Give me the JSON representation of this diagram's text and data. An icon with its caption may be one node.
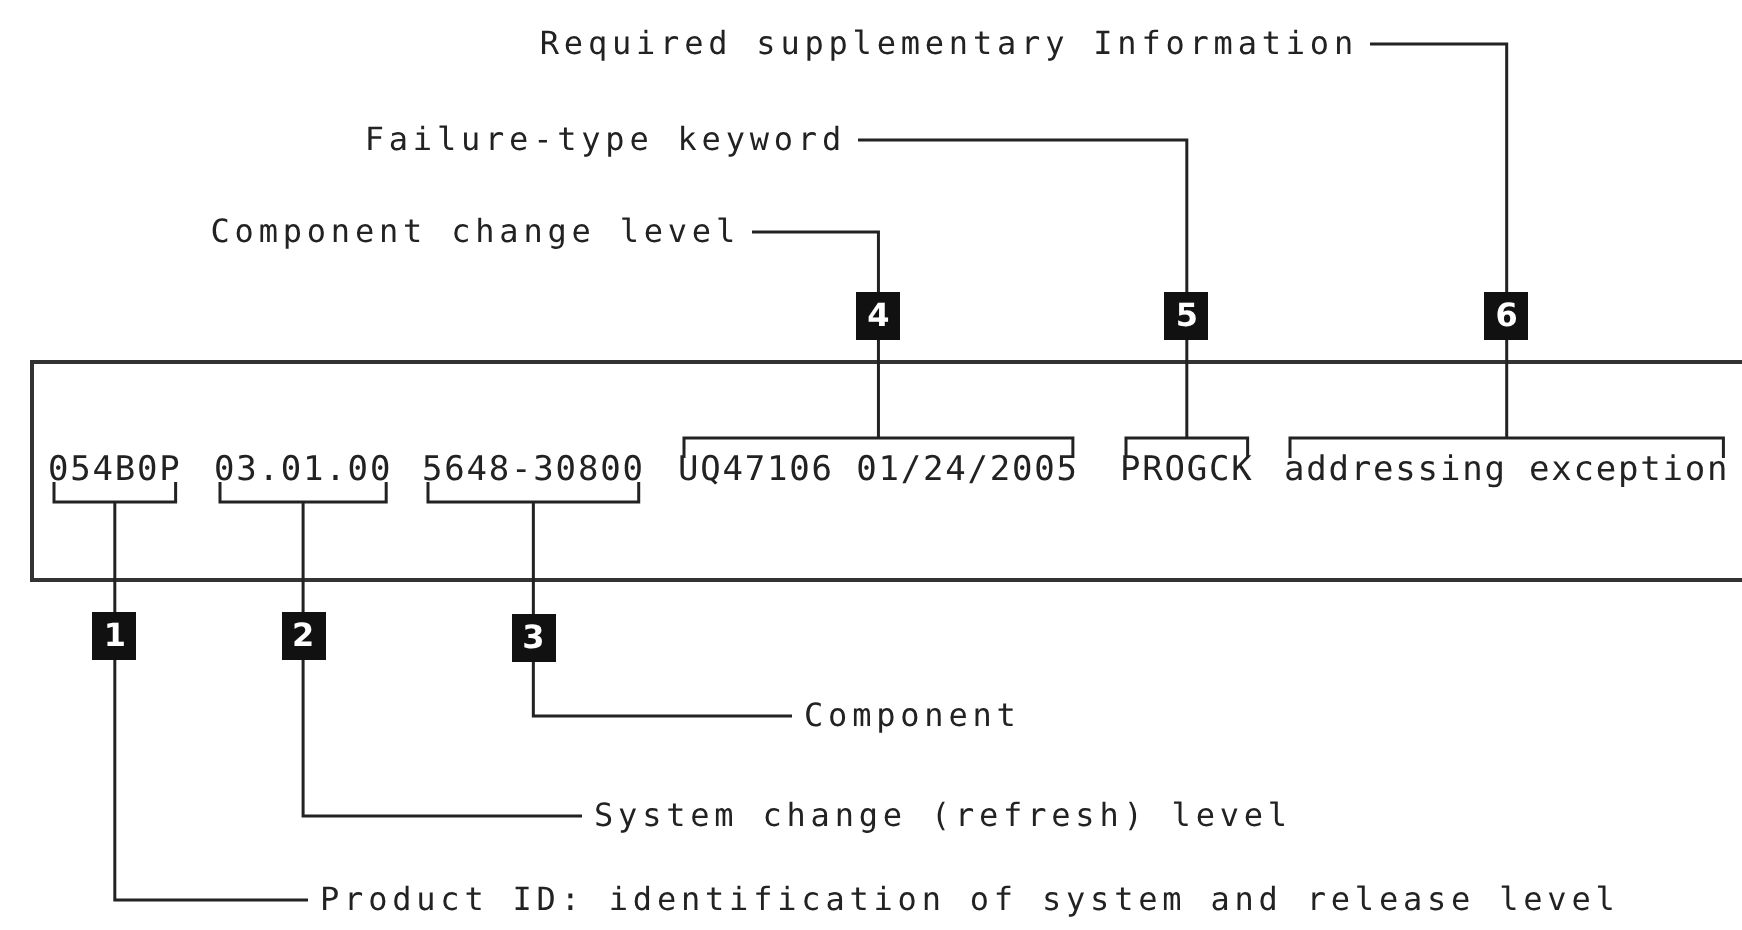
{
  "diagram": {
    "nodes": [
      {
        "text": [],
        "shape": "box"
      },
      {
        "text": [
          "054B0P"
        ],
        "in": 0
      },
      {
        "text": [
          "03.01.00"
        ],
        "in": 0
      },
      {
        "text": [
          "5648-30800"
        ],
        "in": 0
      },
      {
        "text": [
          "UQ47106 01/24/2005"
        ],
        "in": 0
      },
      {
        "text": [
          "PROGCK"
        ],
        "in": 0
      },
      {
        "text": [
          "addressing exception"
        ],
        "in": 0
      },
      {
        "text": [
          "1"
        ]
      },
      {
        "text": [
          "2"
        ]
      },
      {
        "text": [
          "3"
        ]
      },
      {
        "text": [
          "4"
        ]
      },
      {
        "text": [
          "5"
        ]
      },
      {
        "text": [
          "6"
        ]
      },
      {
        "text": [
          "Product ID: identification of system and release level"
        ]
      },
      {
        "text": [
          "System change (refresh) level"
        ]
      },
      {
        "text": [
          "Component"
        ]
      },
      {
        "text": [
          "Component change level"
        ]
      },
      {
        "text": [
          "Failure-type keyword"
        ]
      },
      {
        "text": [
          "Required supplementary Information"
        ]
      }
    ],
    "edges": [
      {
        "from": 1,
        "to": 7,
        "arrow": "none"
      },
      {
        "from": 2,
        "to": 8,
        "arrow": "none"
      },
      {
        "from": 3,
        "to": 9,
        "arrow": "none"
      },
      {
        "from": 4,
        "to": 10,
        "arrow": "none"
      },
      {
        "from": 5,
        "to": 11,
        "arrow": "none"
      },
      {
        "from": 6,
        "to": 12,
        "arrow": "none"
      },
      {
        "from": 7,
        "to": 13,
        "arrow": "none"
      },
      {
        "from": 8,
        "to": 14,
        "arrow": "none"
      },
      {
        "from": 9,
        "to": 15,
        "arrow": "none"
      },
      {
        "from": 10,
        "to": 16,
        "arrow": "none"
      },
      {
        "from": 11,
        "to": 17,
        "arrow": "none"
      },
      {
        "from": 12,
        "to": 18,
        "arrow": "none"
      }
    ]
  }
}
